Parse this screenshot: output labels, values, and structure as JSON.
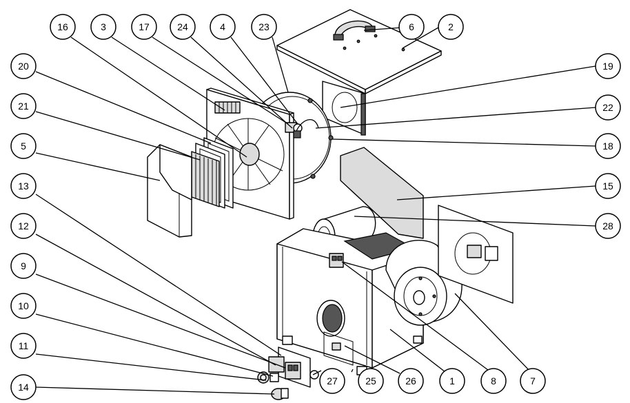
{
  "diagram": {
    "type": "exploded-assembly",
    "callouts": [
      {
        "id": "c1",
        "label": "1"
      },
      {
        "id": "c2",
        "label": "2"
      },
      {
        "id": "c3",
        "label": "3"
      },
      {
        "id": "c4",
        "label": "4"
      },
      {
        "id": "c5",
        "label": "5"
      },
      {
        "id": "c6",
        "label": "6"
      },
      {
        "id": "c7",
        "label": "7"
      },
      {
        "id": "c8",
        "label": "8"
      },
      {
        "id": "c9",
        "label": "9"
      },
      {
        "id": "c10",
        "label": "10"
      },
      {
        "id": "c11",
        "label": "11"
      },
      {
        "id": "c12",
        "label": "12"
      },
      {
        "id": "c13",
        "label": "13"
      },
      {
        "id": "c14",
        "label": "14"
      },
      {
        "id": "c15",
        "label": "15"
      },
      {
        "id": "c16",
        "label": "16"
      },
      {
        "id": "c17",
        "label": "17"
      },
      {
        "id": "c18",
        "label": "18"
      },
      {
        "id": "c19",
        "label": "19"
      },
      {
        "id": "c20",
        "label": "20"
      },
      {
        "id": "c21",
        "label": "21"
      },
      {
        "id": "c22",
        "label": "22"
      },
      {
        "id": "c23",
        "label": "23"
      },
      {
        "id": "c24",
        "label": "24"
      },
      {
        "id": "c25",
        "label": "25"
      },
      {
        "id": "c26",
        "label": "26"
      },
      {
        "id": "c27",
        "label": "27"
      },
      {
        "id": "c28",
        "label": "28"
      }
    ]
  }
}
